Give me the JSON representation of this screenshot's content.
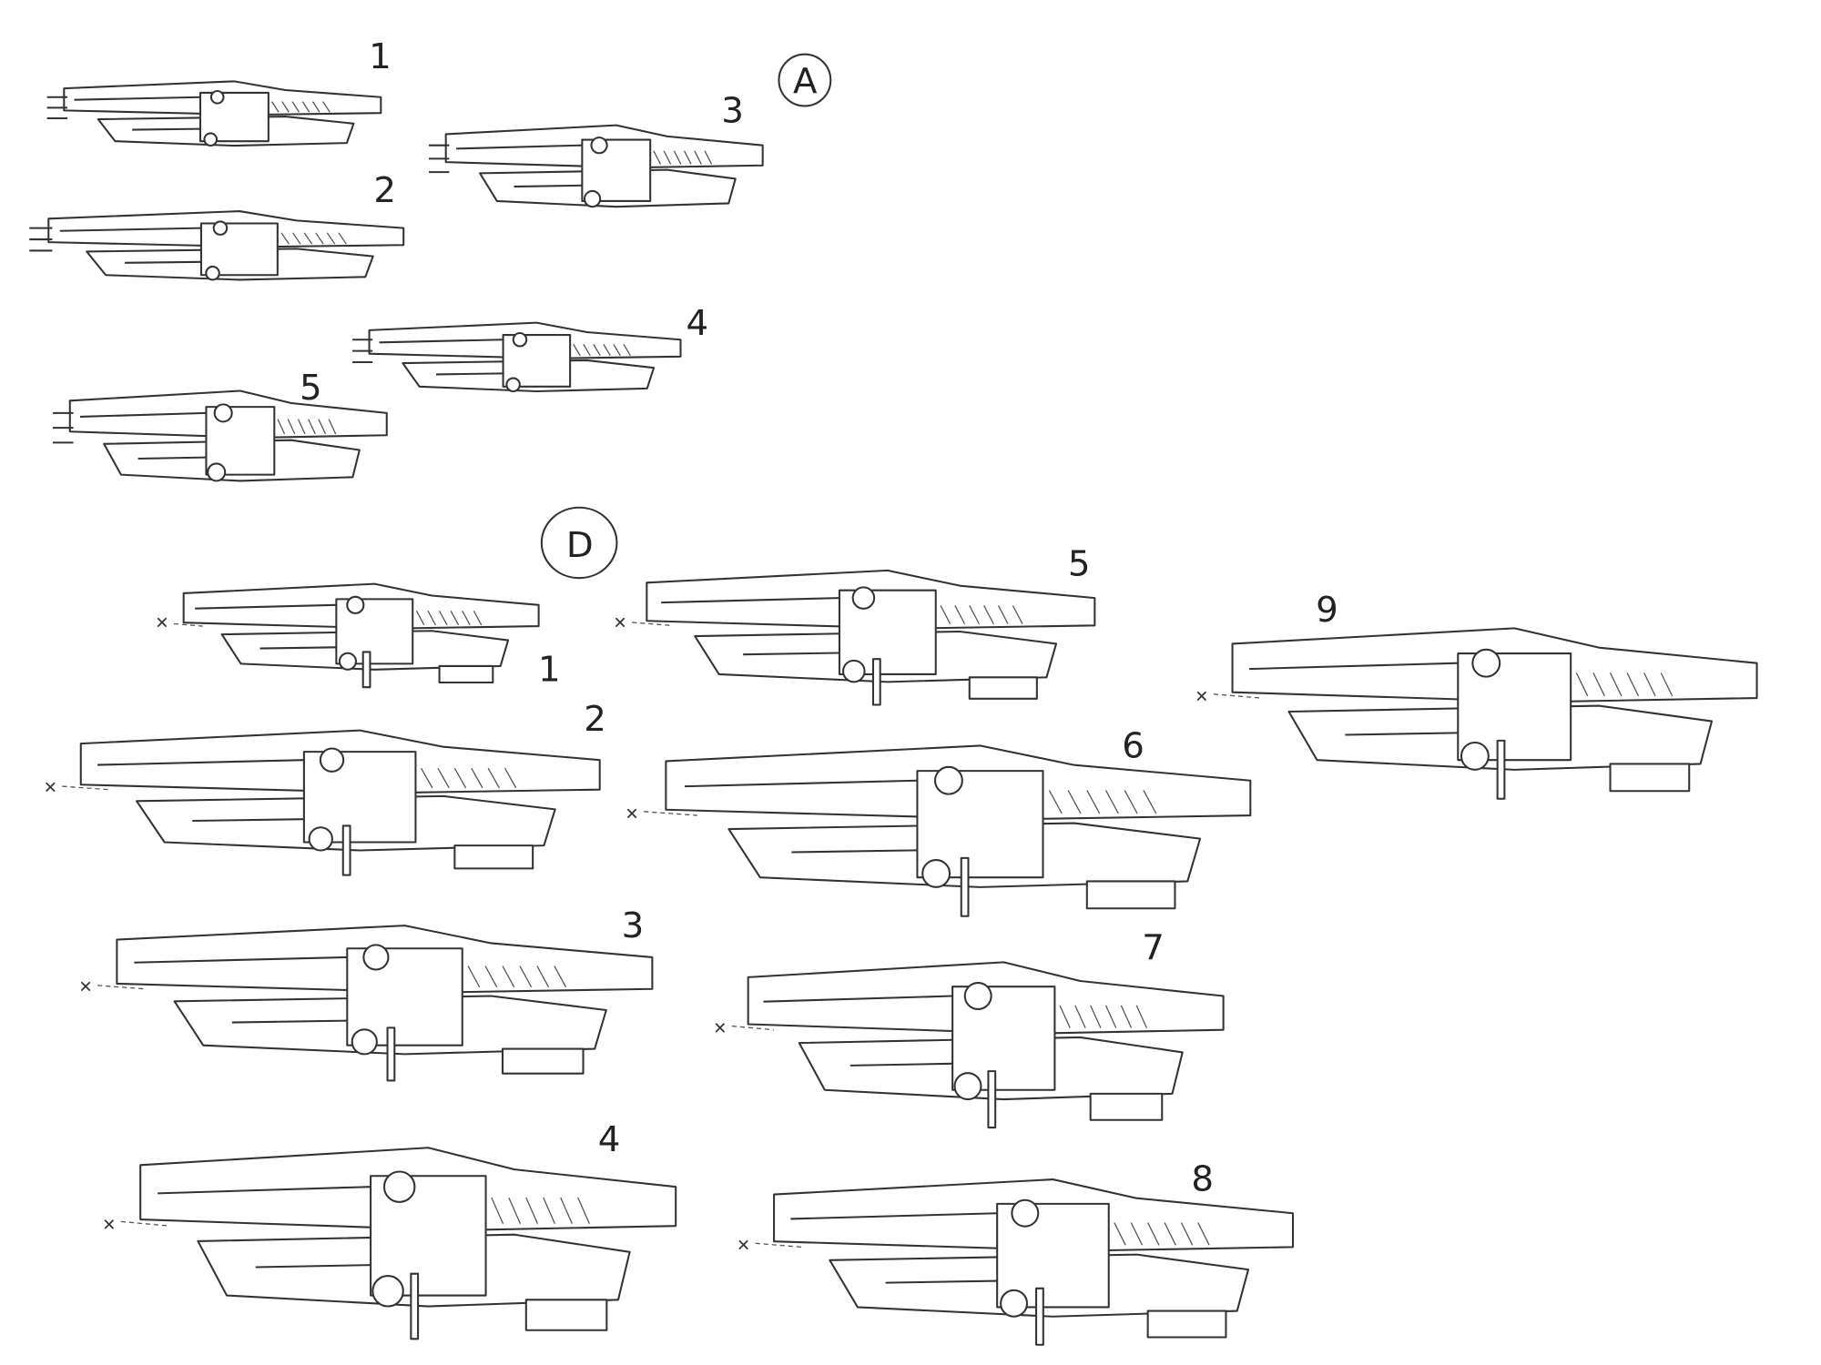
{
  "sheet": {
    "group_a": {
      "badge": "A",
      "variants": [
        {
          "id": "a1",
          "label": "1"
        },
        {
          "id": "a2",
          "label": "2"
        },
        {
          "id": "a3",
          "label": "3"
        },
        {
          "id": "a4",
          "label": "4"
        },
        {
          "id": "a5",
          "label": "5"
        }
      ]
    },
    "group_d": {
      "badge": "D",
      "variants": [
        {
          "id": "d1",
          "label": "1"
        },
        {
          "id": "d2",
          "label": "2"
        },
        {
          "id": "d3",
          "label": "3"
        },
        {
          "id": "d4",
          "label": "4"
        },
        {
          "id": "d5",
          "label": "5"
        },
        {
          "id": "d6",
          "label": "6"
        },
        {
          "id": "d7",
          "label": "7"
        },
        {
          "id": "d8",
          "label": "8"
        },
        {
          "id": "d9",
          "label": "9"
        }
      ]
    },
    "ink_color": "#333333"
  }
}
